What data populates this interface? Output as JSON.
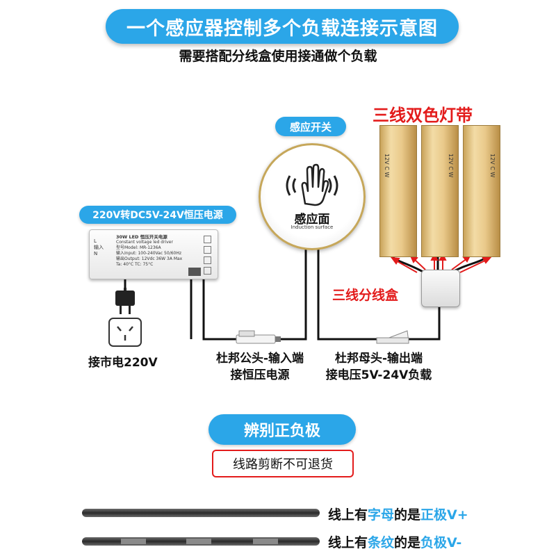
{
  "header": {
    "title": "一个感应器控制多个负载连接示意图",
    "subtitle": "需要搭配分线盒使用接通做个负载"
  },
  "sensor": {
    "label": "感应开关",
    "face_text": "感应面",
    "face_subtext": "Induction surface"
  },
  "power": {
    "label": "220V转DC5V-24V恒压电源",
    "plate_title": "30W LED 恒压开关电源",
    "plate_sub": "Constant voltage led driver",
    "plate_model": "型号Model: MR-1236A",
    "plate_input": "输入Input: 100-240Vac 50/60Hz",
    "plate_output": "输出Output: 12Vdc 36W 3A Max",
    "plate_temp": "Ta: 40°C      TC: 75°C",
    "terminal_labels": [
      "L",
      "输入",
      "N"
    ]
  },
  "plug": {
    "label": "接市电220V"
  },
  "connector_male": {
    "line1": "杜邦公头-输入端",
    "line2": "接恒压电源"
  },
  "connector_female": {
    "line1": "杜邦母头-输出端",
    "line2": "接电压5V-24V负载"
  },
  "strip": {
    "title": "三线双色灯带",
    "markings": [
      "12V",
      "C",
      "W",
      "12V",
      "C",
      "W"
    ]
  },
  "splitter": {
    "label": "三线分线盒"
  },
  "polarity": {
    "title": "辨别正负极",
    "note": "线路剪断不可退货"
  },
  "legend": [
    {
      "pre": "线上有",
      "hl": "字母",
      "mid": "的是",
      "pole": "正极V+"
    },
    {
      "pre": "线上有",
      "hl": "条纹",
      "mid": "的是",
      "pole": "负极V-"
    }
  ],
  "colors": {
    "accent": "#2ba6e8",
    "warning": "#e31b1b",
    "strip": "#e9c98a"
  }
}
